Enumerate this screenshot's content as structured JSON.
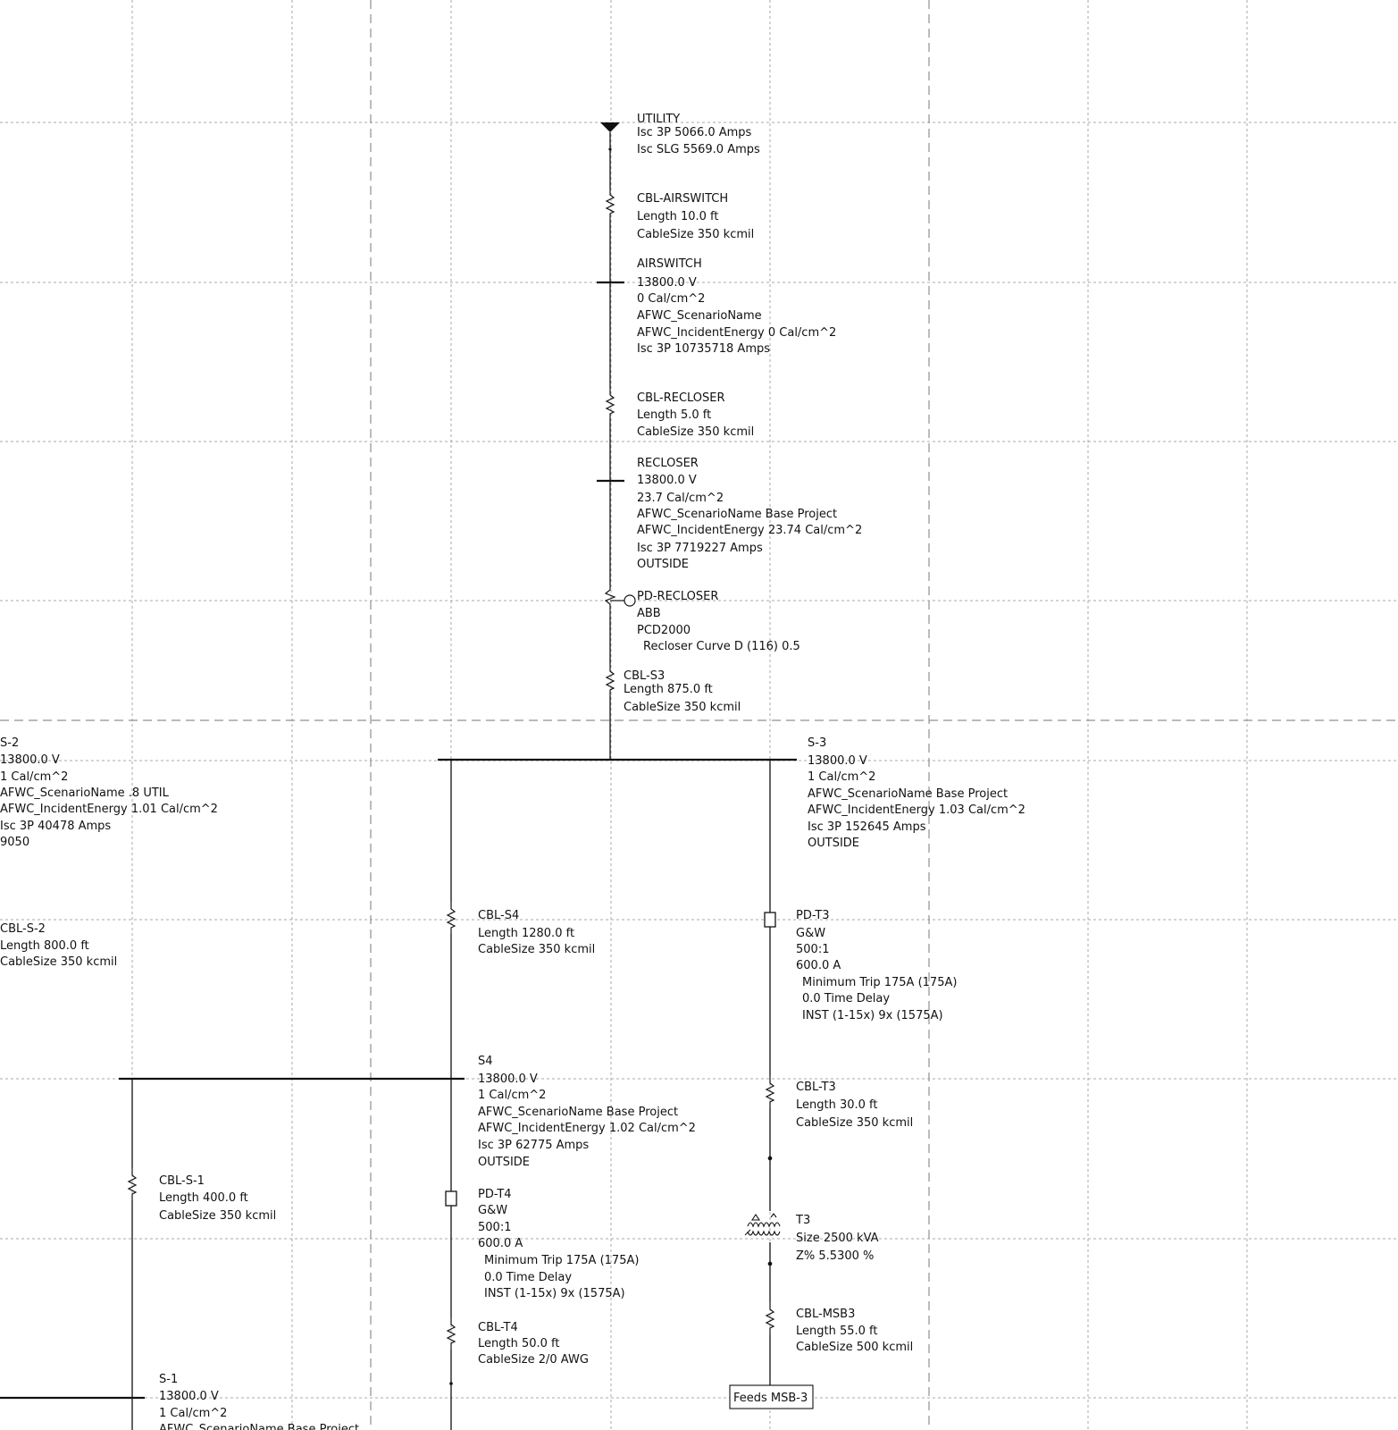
{
  "colors": {
    "wire": "#111111",
    "grid": "#a8a8a8",
    "background": "#ffffff"
  },
  "utility": {
    "name": "UTILITY",
    "isc3p": "Isc 3P 5066.0 Amps",
    "iscslg": "Isc SLG 5569.0 Amps"
  },
  "cbl_airswitch": {
    "name": "CBL-AIRSWITCH",
    "length": "Length 10.0 ft",
    "size": "CableSize 350 kcmil"
  },
  "airswitch": {
    "name": "AIRSWITCH",
    "voltage": "13800.0 V",
    "energy": "0 Cal/cm^2",
    "scenario": "AFWC_ScenarioName",
    "incident": "AFWC_IncidentEnergy 0 Cal/cm^2",
    "isc": "Isc 3P 10735718 Amps"
  },
  "cbl_recloser": {
    "name": "CBL-RECLOSER",
    "length": "Length 5.0 ft",
    "size": "CableSize 350 kcmil"
  },
  "recloser": {
    "name": "RECLOSER",
    "voltage": "13800.0 V",
    "energy": "23.7 Cal/cm^2",
    "scenario": "AFWC_ScenarioName Base Project",
    "incident": "AFWC_IncidentEnergy 23.74 Cal/cm^2",
    "isc": "Isc 3P 7719227 Amps",
    "location": "OUTSIDE"
  },
  "pd_recloser": {
    "name": "PD-RECLOSER",
    "mfr": "ABB",
    "model": "PCD2000",
    "curve": "Recloser Curve D (116) 0.5"
  },
  "cbl_s3": {
    "name": "CBL-S3",
    "length": "Length 875.0 ft",
    "size": "CableSize 350 kcmil"
  },
  "s2": {
    "name": "S-2",
    "voltage": "13800.0 V",
    "energy": "1 Cal/cm^2",
    "scenario": "AFWC_ScenarioName .8 UTIL",
    "incident": "AFWC_IncidentEnergy 1.01 Cal/cm^2",
    "isc": "Isc 3P 40478 Amps",
    "extra": "9050"
  },
  "s3": {
    "name": "S-3",
    "voltage": "13800.0 V",
    "energy": "1 Cal/cm^2",
    "scenario": "AFWC_ScenarioName Base Project",
    "incident": "AFWC_IncidentEnergy 1.03 Cal/cm^2",
    "isc": "Isc 3P 152645 Amps",
    "location": "OUTSIDE"
  },
  "cbl_s2": {
    "name": "CBL-S-2",
    "length": "Length 800.0 ft",
    "size": "CableSize 350 kcmil"
  },
  "cbl_s4": {
    "name": "CBL-S4",
    "length": "Length 1280.0 ft",
    "size": "CableSize 350 kcmil"
  },
  "pd_t3": {
    "name": "PD-T3",
    "mfr": "G&W",
    "ratio": "500:1",
    "amps": "600.0 A",
    "trip": "Minimum Trip 175A (175A)",
    "delay": "0.0 Time Delay",
    "inst": "INST (1-15x) 9x (1575A)"
  },
  "s4": {
    "name": "S4",
    "voltage": "13800.0 V",
    "energy": "1 Cal/cm^2",
    "scenario": "AFWC_ScenarioName Base Project",
    "incident": "AFWC_IncidentEnergy 1.02 Cal/cm^2",
    "isc": "Isc 3P 62775 Amps",
    "location": "OUTSIDE"
  },
  "cbl_t3": {
    "name": "CBL-T3",
    "length": "Length 30.0 ft",
    "size": "CableSize 350 kcmil"
  },
  "cbl_s1": {
    "name": "CBL-S-1",
    "length": "Length 400.0 ft",
    "size": "CableSize 350 kcmil"
  },
  "pd_t4": {
    "name": "PD-T4",
    "mfr": "G&W",
    "ratio": "500:1",
    "amps": "600.0 A",
    "trip": "Minimum Trip 175A (175A)",
    "delay": "0.0 Time Delay",
    "inst": "INST (1-15x) 9x (1575A)"
  },
  "t3": {
    "name": "T3",
    "size": "Size 2500 kVA",
    "z": "Z% 5.5300 %"
  },
  "cbl_msb3": {
    "name": "CBL-MSB3",
    "length": "Length 55.0 ft",
    "size": "CableSize 500 kcmil"
  },
  "cbl_t4": {
    "name": "CBL-T4",
    "length": "Length 50.0 ft",
    "size": "CableSize 2/0 AWG"
  },
  "feeds": {
    "label": "Feeds MSB-3"
  },
  "s1": {
    "name": "S-1",
    "voltage": "13800.0 V",
    "energy": "1 Cal/cm^2",
    "scenario": "AFWC_ScenarioName Base Project"
  }
}
